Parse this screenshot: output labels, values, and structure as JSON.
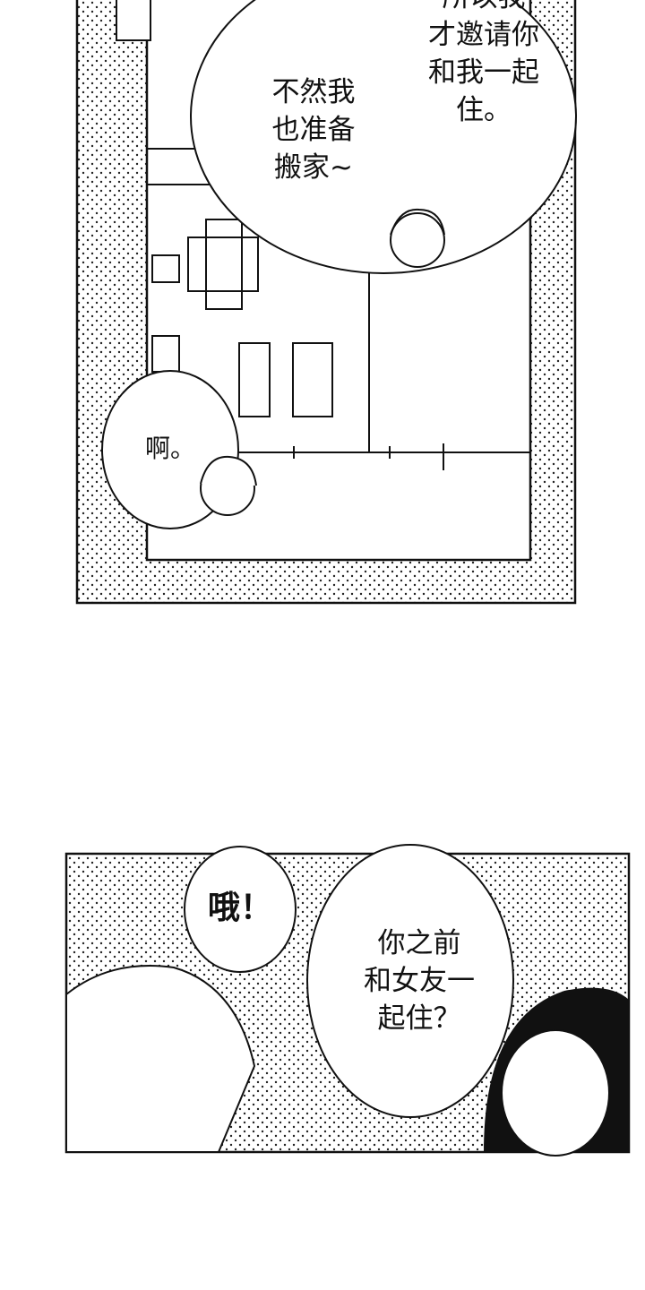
{
  "panels": [
    {
      "bubbles": [
        {
          "text": "所以我\n才邀请你\n和我一起\n住。"
        },
        {
          "text": "不然我\n也准备\n搬家~"
        },
        {
          "text": "啊。"
        }
      ]
    },
    {
      "bubbles": [
        {
          "text": "哦！"
        },
        {
          "text": "你之前\n和女友一\n起住？"
        }
      ]
    }
  ]
}
